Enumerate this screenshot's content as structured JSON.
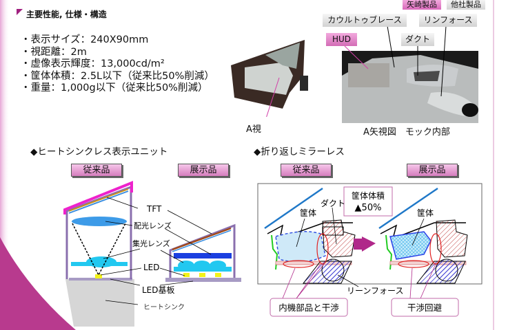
{
  "header": {
    "title": "主要性能, 仕様・構造"
  },
  "specs": [
    "・表示サイズ：240X90mm",
    "・視距離：2m",
    "・虚像表示輝度：13,000cd/m²",
    "・筐体体積：2.5L以下（従来比50%削減）",
    "・重量：1,000g以下（従来比50%削減）"
  ],
  "photo_hud": {
    "caption": "A視"
  },
  "legend": {
    "yazaki": "矢崎製品",
    "other": "他社製品"
  },
  "photo_mock": {
    "labels": {
      "cowl": "カウルトゥブレース",
      "reinforce": "リンフォース",
      "hud": "HUD",
      "duct": "ダクト"
    },
    "caption": "A矢視図　モック内部"
  },
  "section_heatsink": {
    "title": "◆ヒートシンクレス表示ユニット",
    "btn_conventional": "従来品",
    "btn_exhibit": "展示品",
    "labels": {
      "tft": "TFT",
      "dist_lens": "配光レンズ",
      "cond_lens": "集光レンズ",
      "led": "LED",
      "led_board": "LED基板",
      "heatsink": "ヒートシンク"
    }
  },
  "section_mirror": {
    "title": "◆折り返しミラーレス",
    "btn_conventional": "従来品",
    "btn_exhibit": "展示品",
    "labels": {
      "volume": "筐体体積",
      "volume_value": "▲50%",
      "duct": "ダクト",
      "housing_left": "筐体",
      "housing_right": "筐体",
      "reinforce": "リーンフォース",
      "interfere": "内機部品と干渉",
      "avoid": "干渉回避"
    }
  },
  "colors": {
    "accent": "#a0207f",
    "pink": "#e07cc4"
  }
}
